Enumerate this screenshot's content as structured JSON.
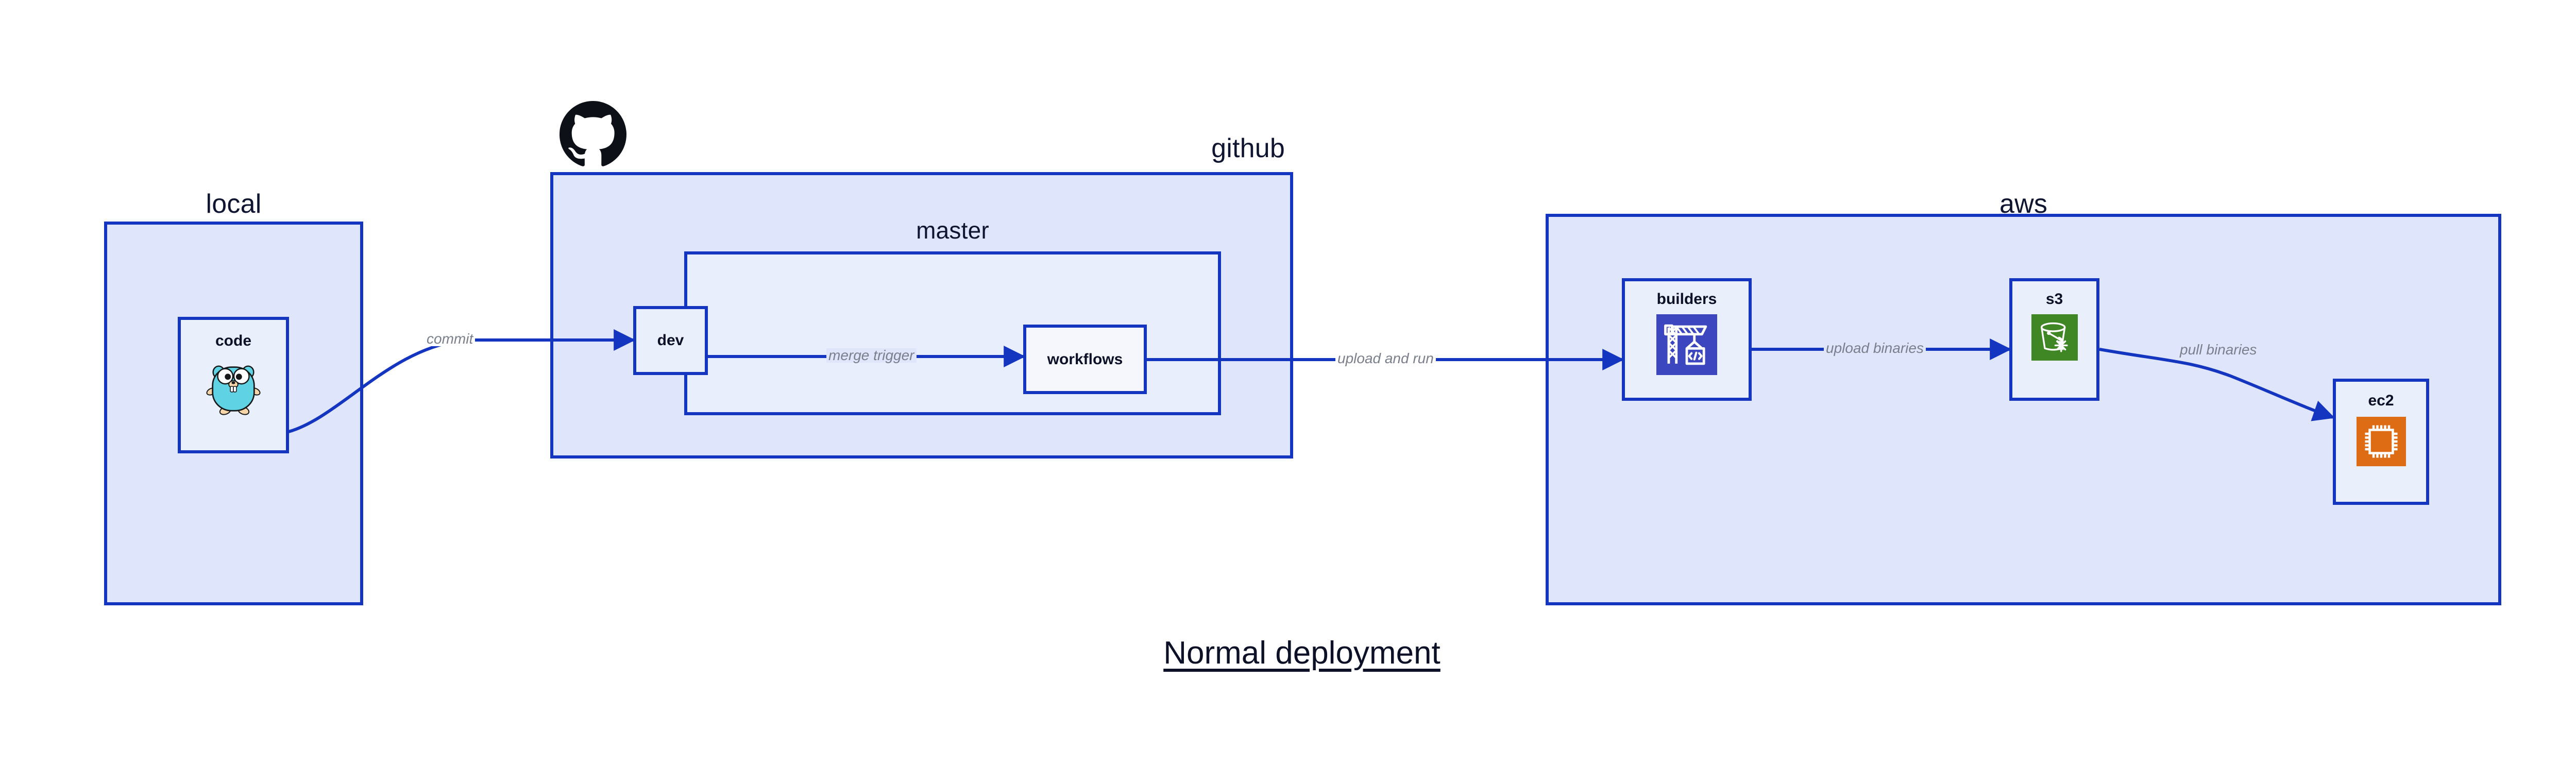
{
  "title": "Normal deployment",
  "colors": {
    "group_fill": "#dfe5fb",
    "subgroup_fill": "#e9eefc",
    "node_fill": "#eaeffc",
    "border_blue": "#1335bf",
    "edge_blue": "#1335bf",
    "edge_label_gray": "#7b7f8c",
    "text_dark": "#0d1128",
    "codebuild_purple": "#3c46bf",
    "glacier_green": "#3f8624",
    "ec2_orange": "#de6c15",
    "gopher_cyan": "#5fd3e3",
    "github_black": "#0d1117"
  },
  "groups": [
    {
      "id": "local",
      "label": "local"
    },
    {
      "id": "github",
      "label": "github"
    },
    {
      "id": "aws",
      "label": "aws"
    }
  ],
  "subgroups": [
    {
      "id": "master",
      "label": "master",
      "parent": "github"
    }
  ],
  "nodes": [
    {
      "id": "code",
      "label": "code",
      "icon": "go-gopher-icon",
      "parent": "local"
    },
    {
      "id": "dev",
      "label": "dev",
      "icon": null,
      "parent": "github"
    },
    {
      "id": "workflows",
      "label": "workflows",
      "icon": null,
      "parent": "master"
    },
    {
      "id": "builders",
      "label": "builders",
      "icon": "aws-codebuild-icon",
      "parent": "aws"
    },
    {
      "id": "s3",
      "label": "s3",
      "icon": "aws-s3-glacier-icon",
      "parent": "aws"
    },
    {
      "id": "ec2",
      "label": "ec2",
      "icon": "aws-ec2-icon",
      "parent": "aws"
    }
  ],
  "edges": [
    {
      "id": "code-to-dev",
      "from": "code",
      "to": "dev",
      "label": "commit"
    },
    {
      "id": "dev-to-workflows",
      "from": "dev",
      "to": "workflows",
      "label": "merge trigger"
    },
    {
      "id": "workflows-to-builders",
      "from": "workflows",
      "to": "builders",
      "label": "upload and run"
    },
    {
      "id": "builders-to-s3",
      "from": "builders",
      "to": "s3",
      "label": "upload binaries"
    },
    {
      "id": "s3-to-ec2",
      "from": "s3",
      "to": "ec2",
      "label": "pull binaries"
    }
  ],
  "logos": [
    {
      "id": "github-logo",
      "name": "github-octocat-icon",
      "group": "github"
    }
  ]
}
